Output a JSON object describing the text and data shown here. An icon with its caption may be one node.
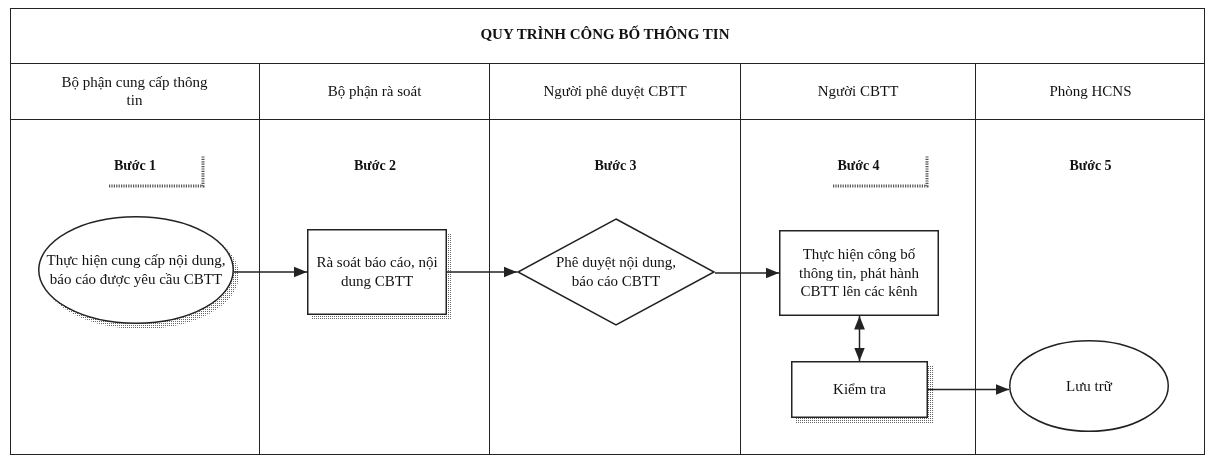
{
  "diagram": {
    "title": "QUY TRÌNH CÔNG BỐ THÔNG TIN",
    "nodes": [
      {
        "text": [
          "Bộ phận cung cấp thông tin",
          "Bước 1"
        ]
      },
      {
        "text": [
          "Bộ phận rà soát",
          "Bước 2"
        ]
      },
      {
        "text": [
          "Người phê duyệt CBTT",
          "Bước 3"
        ]
      },
      {
        "text": [
          "Người CBTT",
          "Bước 4"
        ]
      },
      {
        "text": [
          "Phòng HCNS",
          "Bước 5"
        ]
      },
      {
        "text": [
          "Thực hiện cung cấp nội dung, báo cáo được yêu cầu CBTT"
        ],
        "in": 0
      },
      {
        "text": [
          "Rà soát báo cáo, nội dung CBTT"
        ],
        "in": 1
      },
      {
        "text": [
          "Phê duyệt nội dung, báo cáo CBTT"
        ],
        "in": 2
      },
      {
        "text": [
          "Thực hiện công bố thông tin, phát hành CBTT lên các kênh"
        ],
        "in": 3
      },
      {
        "text": [
          "Kiểm tra"
        ],
        "in": 3
      },
      {
        "text": [
          "Lưu trữ"
        ],
        "in": 4
      }
    ],
    "edges": [
      {
        "from": 5,
        "to": 6,
        "arrow": "to"
      },
      {
        "from": 6,
        "to": 7,
        "arrow": "to"
      },
      {
        "from": 7,
        "to": 8,
        "arrow": "to"
      },
      {
        "from": 8,
        "to": 9,
        "arrow": "both"
      },
      {
        "from": 9,
        "to": 10,
        "arrow": "to"
      }
    ]
  }
}
